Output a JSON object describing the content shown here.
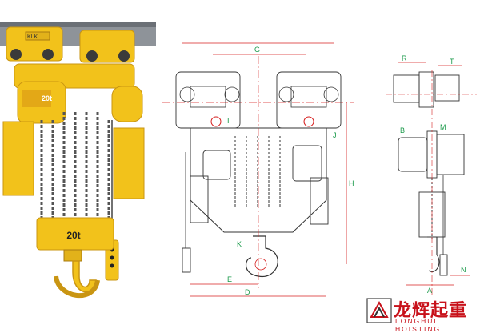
{
  "colors": {
    "hoist_yellow": "#f2c21b",
    "hoist_shadow": "#c99512",
    "chain_gray": "#555555",
    "drawing_line": "#333333",
    "dimension_red": "#d62020",
    "dimension_label_green": "#1a9a4a",
    "logo_red": "#c8111a"
  },
  "photo": {
    "capacity_plate": "20t",
    "motor_plate": "20t",
    "beam_badge": "KLK"
  },
  "front_view": {
    "dimension_labels": {
      "top_span": "G",
      "trolley_mark": "I",
      "trolley_mark_right": "J",
      "height": "H",
      "hook": "K",
      "lower_width": "E",
      "overall_width": "D"
    }
  },
  "side_view": {
    "dimension_labels": {
      "top_left": "R",
      "top_right": "T",
      "mid_left": "B",
      "mid_right": "M",
      "bottom_right": "N",
      "bottom": "A"
    }
  },
  "logo": {
    "chinese": "龙辉起重",
    "english": "LONGHUI HOISTING",
    "icon": "longhui-emblem-icon"
  }
}
